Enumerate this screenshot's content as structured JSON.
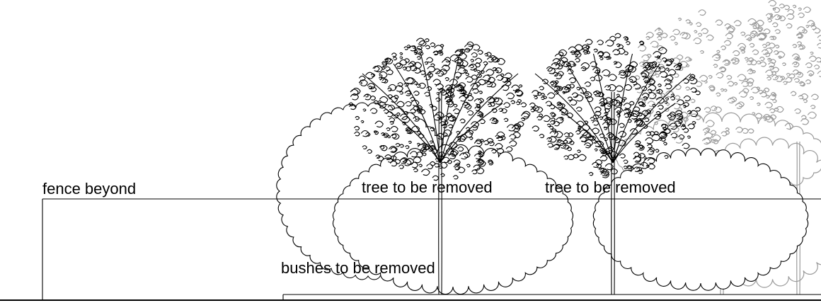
{
  "labels": {
    "fence": "fence beyond",
    "tree_1": "tree to be removed",
    "tree_2": "tree to be removed",
    "bushes": "bushes to be removed"
  },
  "colors": {
    "linework": "#000000",
    "background_trees": "#9a9a9a",
    "background": "#ffffff"
  }
}
